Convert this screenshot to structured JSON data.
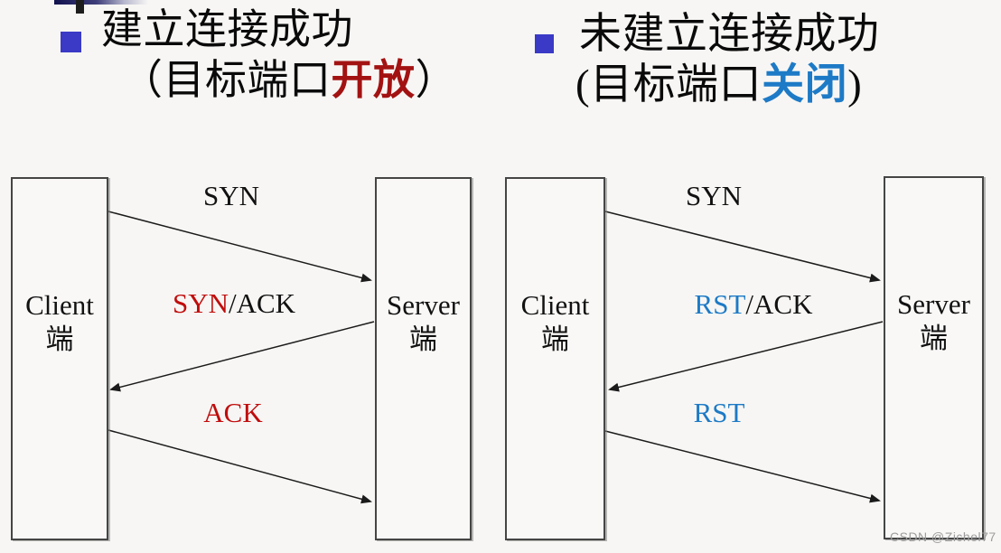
{
  "slide": {
    "background": "#f7f6f4",
    "watermark": "CSDN @Zichel77"
  },
  "headings": {
    "left": {
      "line1": "建立连接成功",
      "line2_prefix": "（目标端口",
      "line2_emphasis": "开放",
      "line2_suffix": "）",
      "emphasis_color": "#a31212",
      "bullet_color": "#3a3ac6"
    },
    "right": {
      "line1": "未建立连接成功",
      "line2_prefix": "(目标端口",
      "line2_emphasis": "关闭",
      "line2_suffix": ")",
      "emphasis_color": "#1d7ac6",
      "bullet_color": "#3a3ac6"
    }
  },
  "diagram_left": {
    "client_name": "Client",
    "client_suffix": "端",
    "server_name": "Server",
    "server_suffix": "端",
    "msg1": {
      "text": "SYN",
      "color": "#111111",
      "direction": "client_to_server"
    },
    "msg2": {
      "em": "SYN",
      "em_color": "#c00d0d",
      "rest": "/ACK",
      "rest_color": "#111111",
      "direction": "server_to_client"
    },
    "msg3": {
      "text": "ACK",
      "color": "#c00d0d",
      "direction": "client_to_server"
    }
  },
  "diagram_right": {
    "client_name": "Client",
    "client_suffix": "端",
    "server_name": "Server",
    "server_suffix": "端",
    "msg1": {
      "text": "SYN",
      "color": "#111111",
      "direction": "client_to_server"
    },
    "msg2": {
      "em": "RST",
      "em_color": "#1d7ac6",
      "rest": "/ACK",
      "rest_color": "#111111",
      "direction": "server_to_client"
    },
    "msg3": {
      "text": "RST",
      "color": "#1d7ac6",
      "direction": "client_to_server"
    }
  }
}
